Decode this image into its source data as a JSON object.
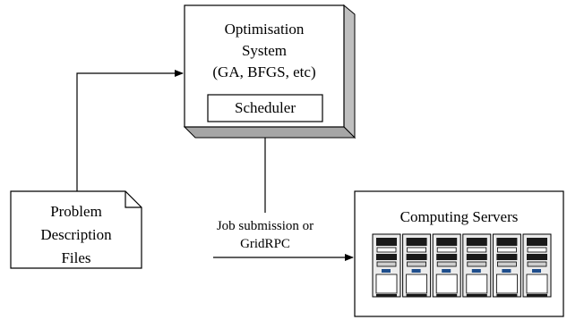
{
  "optimisation_system": {
    "title_lines": [
      "Optimisation",
      "System",
      "(GA, BFGS, etc)"
    ],
    "scheduler_label": "Scheduler"
  },
  "problem_files": {
    "label_lines": [
      "Problem",
      "Description",
      "Files"
    ]
  },
  "connection": {
    "label_lines": [
      "Job submission or",
      "GridRPC"
    ]
  },
  "computing_servers": {
    "label": "Computing Servers",
    "server_count": 6
  }
}
